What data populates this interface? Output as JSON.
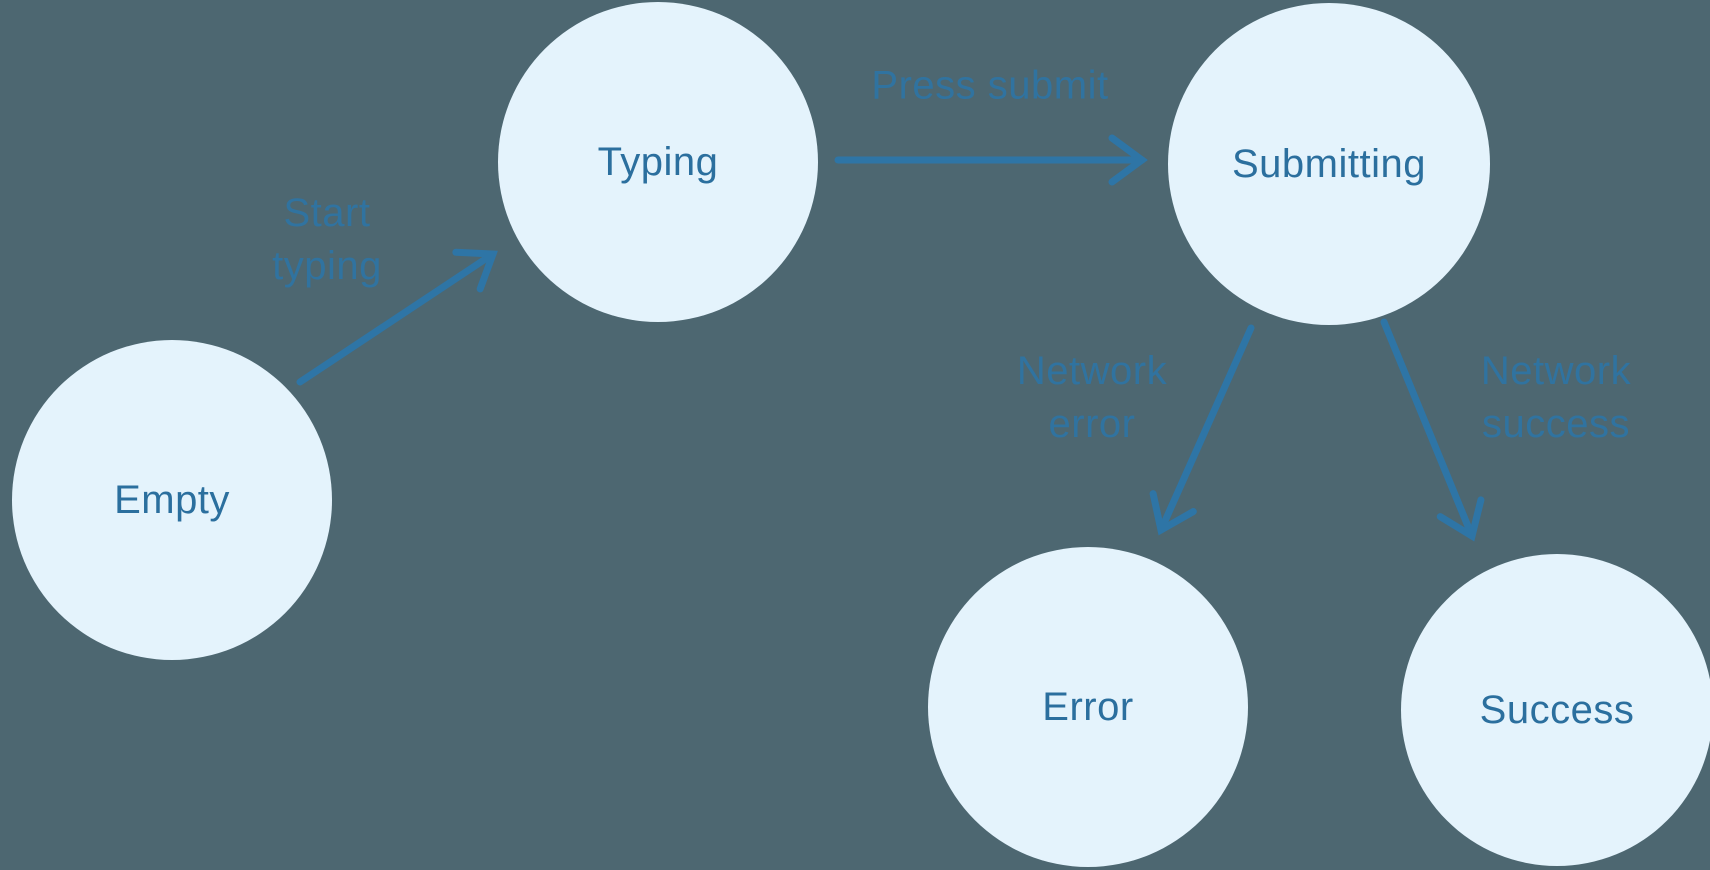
{
  "colors": {
    "background": "#4D6771",
    "node_fill": "#E4F3FC",
    "node_text": "#2B6F9E",
    "edge_stroke": "#2E75A6",
    "edge_label_text": "#3073A0"
  },
  "diagram": {
    "type": "state-machine",
    "states": [
      {
        "id": "empty",
        "label": "Empty"
      },
      {
        "id": "typing",
        "label": "Typing"
      },
      {
        "id": "submitting",
        "label": "Submitting"
      },
      {
        "id": "error",
        "label": "Error"
      },
      {
        "id": "success",
        "label": "Success"
      }
    ],
    "transitions": [
      {
        "from": "Empty",
        "to": "Typing",
        "label": "Start typing",
        "lines": [
          "Start",
          "typing"
        ]
      },
      {
        "from": "Typing",
        "to": "Submitting",
        "label": "Press submit",
        "lines": [
          "Press submit"
        ]
      },
      {
        "from": "Submitting",
        "to": "Error",
        "label": "Network error",
        "lines": [
          "Network",
          "error"
        ]
      },
      {
        "from": "Submitting",
        "to": "Success",
        "label": "Network success",
        "lines": [
          "Network",
          "success"
        ]
      }
    ]
  }
}
